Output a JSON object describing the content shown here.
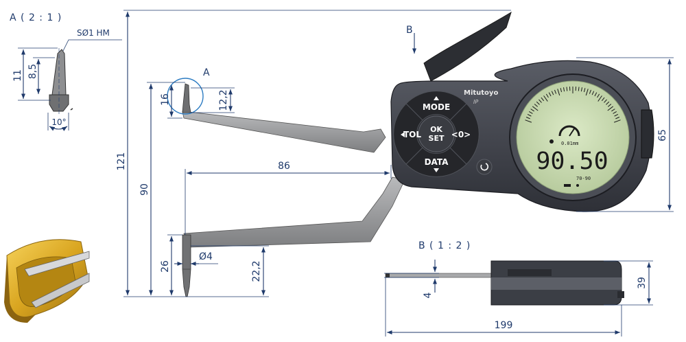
{
  "views": {
    "detail_a_title": "A ( 2 : 1 )",
    "detail_b_title": "B ( 1 : 2 )",
    "arrow_b_label": "B",
    "circle_a_label": "A"
  },
  "dimensions": {
    "tip_spec": "SØ1 HM",
    "tip_11": "11",
    "tip_8_5": "8,5",
    "tip_angle": "10°",
    "d121": "121",
    "d90": "90",
    "d16": "16",
    "d12_2": "12,2",
    "d86": "86",
    "d26": "26",
    "d_phi4": "Ø4",
    "d22_2": "22,2",
    "d65": "65",
    "d4": "4",
    "d39": "39",
    "d199": "199"
  },
  "gauge": {
    "brand": "Mitutoyo",
    "keys": {
      "mode": "MODE",
      "tol": "TOL",
      "ok": "OK",
      "set": "SET",
      "zero": "<0>",
      "data": "DATA"
    },
    "display": {
      "reading": "90.50",
      "resolution": "0.01mm",
      "range": "70-90"
    }
  },
  "colors": {
    "dimension": "#1f3a6b",
    "body": "#3d4048",
    "lcd": "#cfe0b6",
    "jaw": "#9a9b9d",
    "gold": "#d9a520"
  }
}
